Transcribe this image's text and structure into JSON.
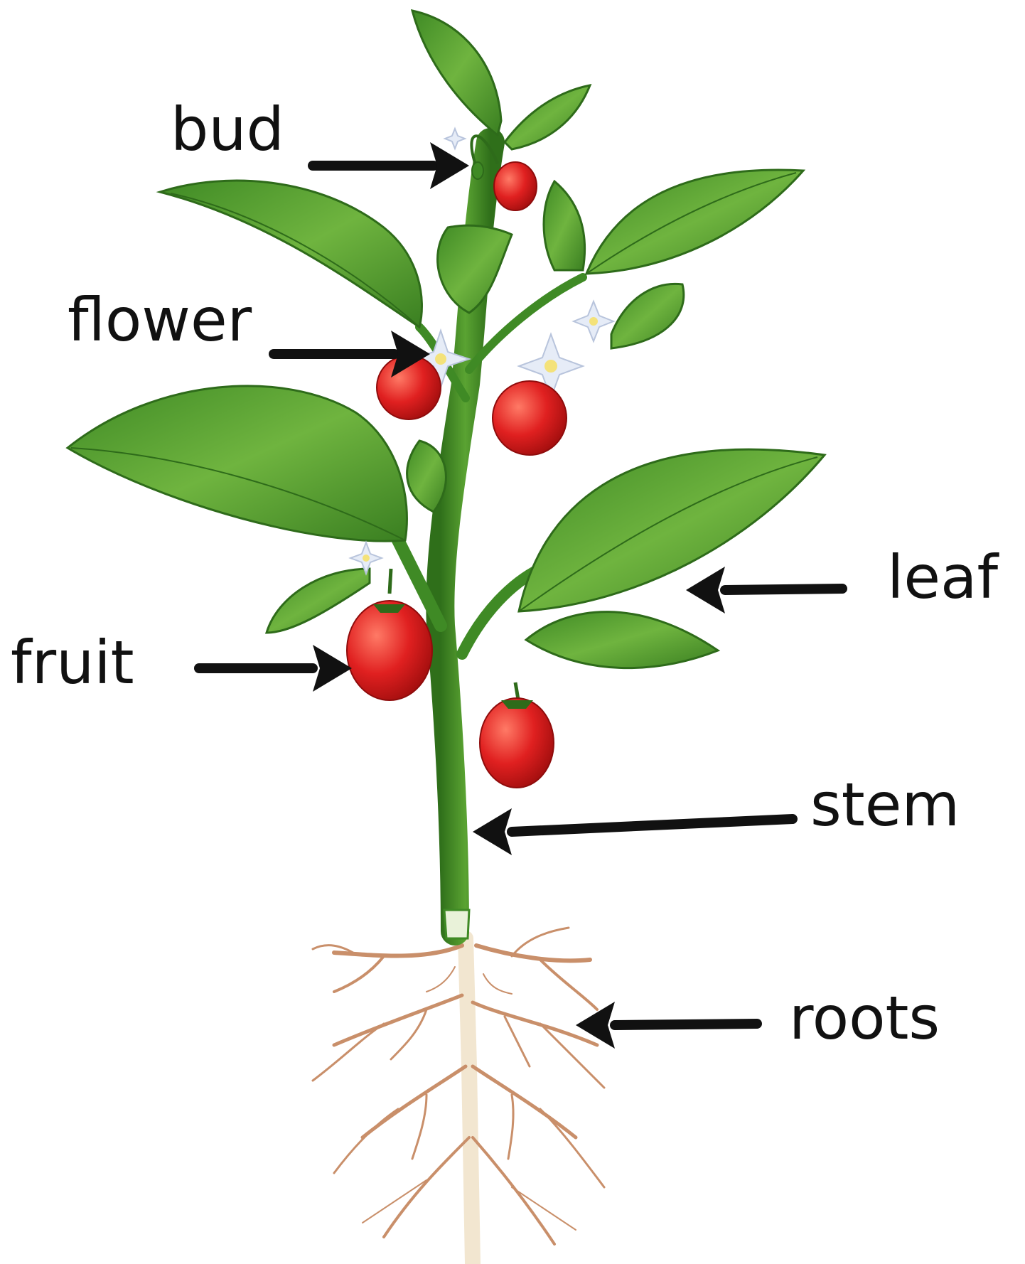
{
  "labels": {
    "bud": "bud",
    "flower": "flower",
    "leaf": "leaf",
    "fruit": "fruit",
    "stem": "stem",
    "roots": "roots"
  },
  "colors": {
    "leaf": "#4f9a2c",
    "leaf_light": "#7cc04a",
    "leaf_dark": "#2e6b1a",
    "stem": "#3f8a25",
    "fruit": "#d81e1e",
    "fruit_highlight": "#ff6a5a",
    "flower": "#e6ecf7",
    "roots": "#c98f6a",
    "arrow": "#111111",
    "label": "#111111"
  }
}
